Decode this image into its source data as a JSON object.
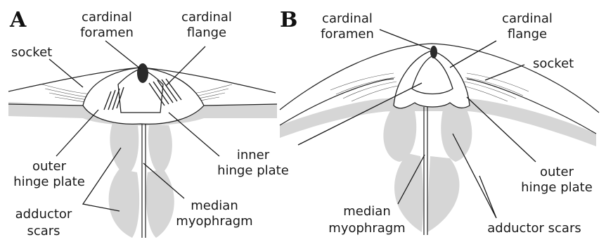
{
  "panels": {
    "a": {
      "letter": "A",
      "labels": {
        "cardinal_foramen": [
          "cardinal",
          "foramen"
        ],
        "cardinal_flange": [
          "cardinal",
          "flange"
        ],
        "socket": [
          "socket"
        ],
        "outer_hinge_plate": [
          "outer",
          "hinge plate"
        ],
        "inner_hinge_plate": [
          "inner",
          "hinge plate"
        ],
        "adductor_scars": [
          "adductor",
          "scars"
        ],
        "median_myophragm": [
          "median",
          "myophragm"
        ]
      }
    },
    "b": {
      "letter": "B",
      "labels": {
        "cardinal_foramen": [
          "cardinal",
          "foramen"
        ],
        "cardinal_flange": [
          "cardinal",
          "flange"
        ],
        "socket": [
          "socket"
        ],
        "outer_hinge_plate": [
          "outer",
          "hinge plate"
        ],
        "median_myophragm": [
          "median",
          "myophragm"
        ],
        "adductor_scars": [
          "adductor scars"
        ]
      }
    }
  },
  "colors": {
    "scar_fill": "#d6d6d6",
    "line": "#222222",
    "foramen": "#2a2a2a"
  }
}
